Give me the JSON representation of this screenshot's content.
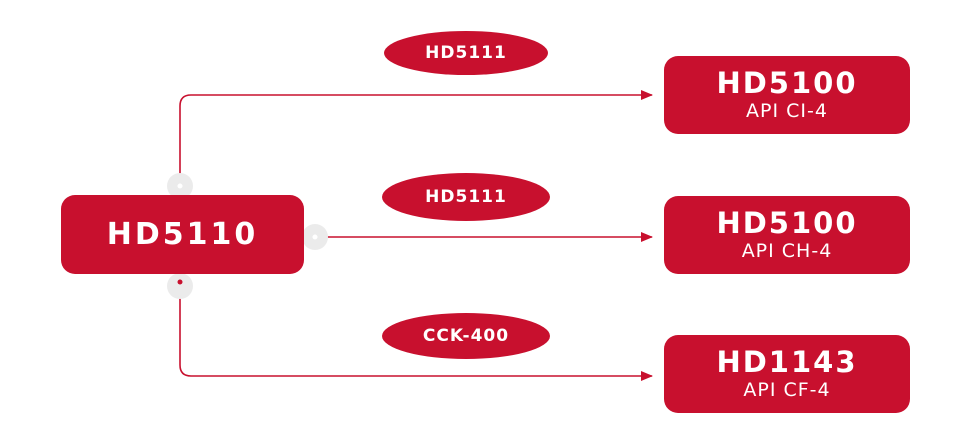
{
  "colors": {
    "accent": "#c8102e",
    "background": "#ffffff",
    "connector_knob": "#ebebeb",
    "text": "#ffffff"
  },
  "source": {
    "label": "HD5110"
  },
  "targets": [
    {
      "title": "HD5100",
      "subtitle": "API CI-4"
    },
    {
      "title": "HD5100",
      "subtitle": "API CH-4"
    },
    {
      "title": "HD1143",
      "subtitle": "API CF-4"
    }
  ],
  "connections": [
    {
      "label": "HD5111"
    },
    {
      "label": "HD5111"
    },
    {
      "label": "CCK-400"
    }
  ]
}
